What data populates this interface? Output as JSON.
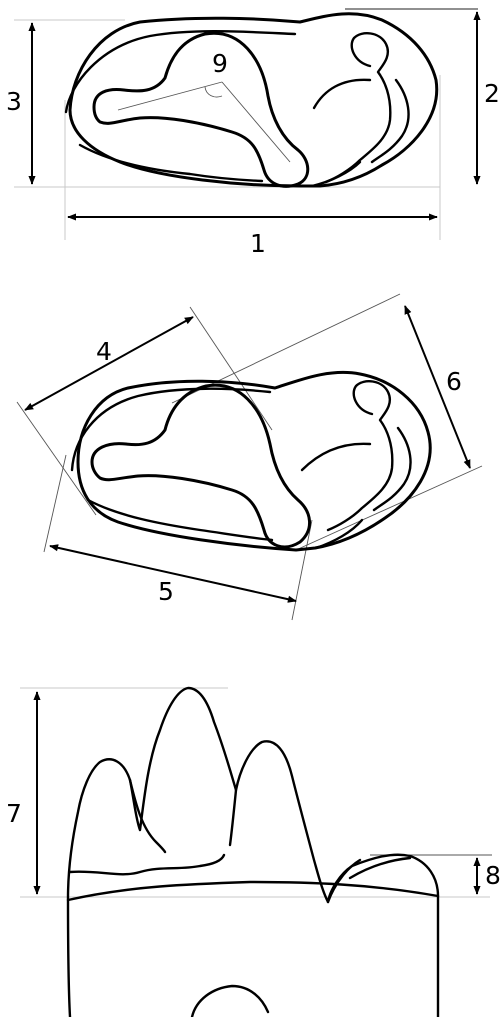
{
  "figure": {
    "labels": {
      "m1": "1",
      "m2": "2",
      "m3": "3",
      "m4": "4",
      "m5": "5",
      "m6": "6",
      "m7": "7",
      "m8": "8",
      "m9": "9"
    }
  }
}
